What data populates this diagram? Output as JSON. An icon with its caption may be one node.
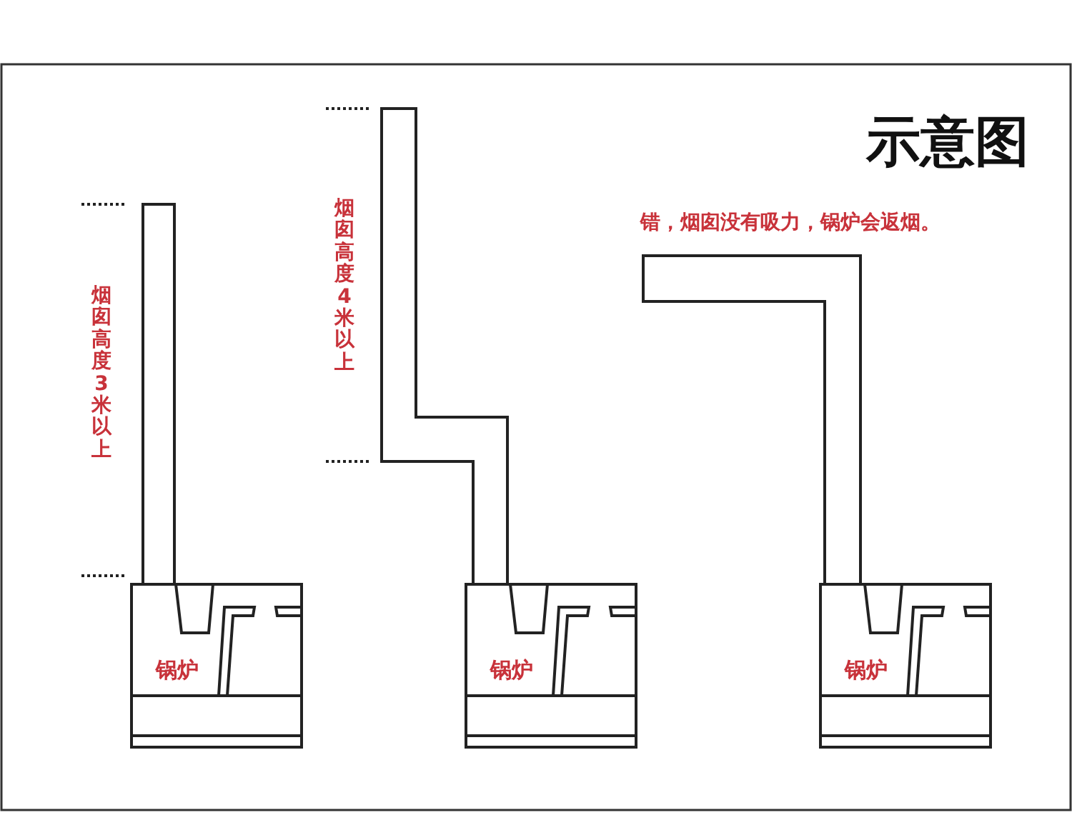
{
  "diagram": {
    "title": "示意图",
    "nodes": [
      {
        "text": [
          "锅炉"
        ]
      },
      {
        "text": [
          "锅炉"
        ]
      },
      {
        "text": [
          "锅炉"
        ]
      }
    ],
    "labels": [
      "烟囱高度3米以上",
      "烟囱高度4米以上",
      "错，烟囱没有吸力，锅炉会返烟。"
    ]
  }
}
